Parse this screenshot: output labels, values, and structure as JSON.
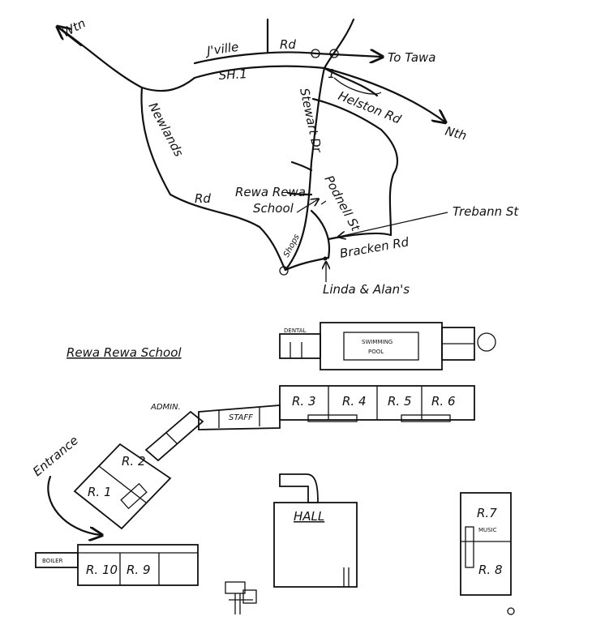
{
  "map": {
    "roads": {
      "wtn": "Wtn",
      "jville_a": "J'ville",
      "jville_b": "Rd",
      "to_tawa": "To Tawa",
      "sh1": "SH.1",
      "nth": "Nth",
      "helston": "Helston Rd",
      "stewart": "Stewart Dr",
      "newlands_a": "Newlands",
      "newlands_b": "Rd",
      "rewa_school_a": "Rewa Rewa",
      "rewa_school_b": "School",
      "podnell": "Podnell St",
      "trebann": "Trebann St",
      "shops": "Shops",
      "bracken": "Bracken Rd",
      "linda": "Linda & Alan's",
      "marker_one": "1"
    },
    "school": {
      "title": "Rewa Rewa School",
      "dental": "DENTAL",
      "pool_a": "SWIMMING",
      "pool_b": "POOL",
      "admin": "ADMIN.",
      "staff": "STAFF",
      "r3": "R. 3",
      "r4": "R. 4",
      "r5": "R. 5",
      "r6": "R. 6",
      "entrance": "Entrance",
      "r2": "R. 2",
      "r1": "R. 1",
      "hall": "HALL",
      "boiler": "BOILER",
      "r10": "R. 10",
      "r9": "R. 9",
      "r7": "R.7",
      "music": "MUSIC",
      "r8": "R. 8"
    }
  }
}
